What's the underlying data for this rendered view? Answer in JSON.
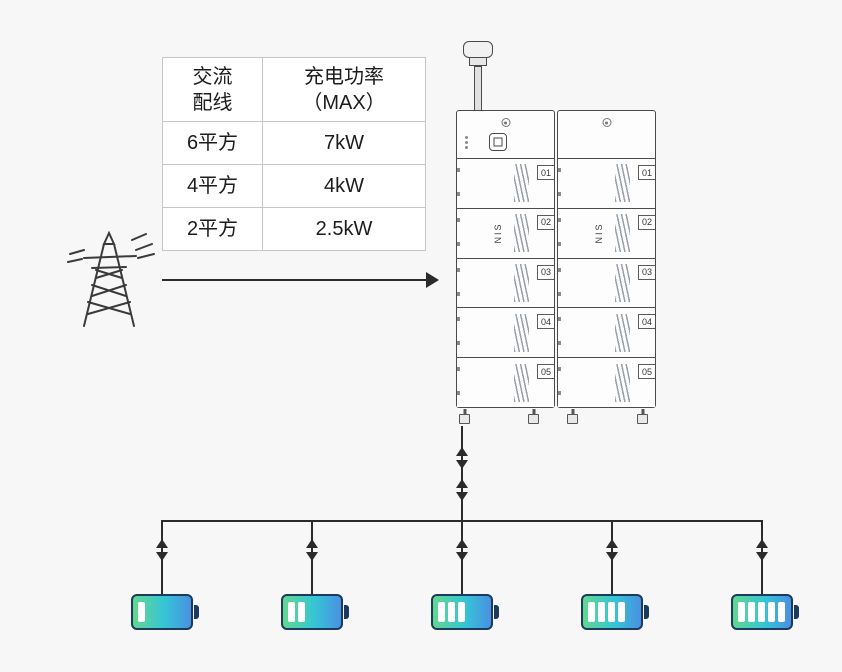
{
  "colors": {
    "background": "#f7f7f7",
    "line": "#2b2b2b",
    "battery_border": "#1b3a5c",
    "battery_gradient_start": "#63d88e",
    "battery_gradient_mid": "#35c4d6",
    "battery_gradient_end": "#4a90e2"
  },
  "table": {
    "headers": [
      {
        "line1": "交流",
        "line2": "配线"
      },
      {
        "line1": "充电功率",
        "line2": "（MAX）"
      }
    ],
    "rows": [
      {
        "wiring": "6平方",
        "power": "7kW"
      },
      {
        "wiring": "4平方",
        "power": "4kW"
      },
      {
        "wiring": "2平方",
        "power": "2.5kW"
      }
    ]
  },
  "cabinet": {
    "brand": "NIS",
    "left_slots": [
      "01",
      "02",
      "03",
      "04",
      "05"
    ],
    "right_slots": [
      "01",
      "02",
      "03",
      "04",
      "05"
    ]
  },
  "batteries": [
    {
      "level": 1
    },
    {
      "level": 2
    },
    {
      "level": 3
    },
    {
      "level": 4
    },
    {
      "level": 5
    }
  ]
}
